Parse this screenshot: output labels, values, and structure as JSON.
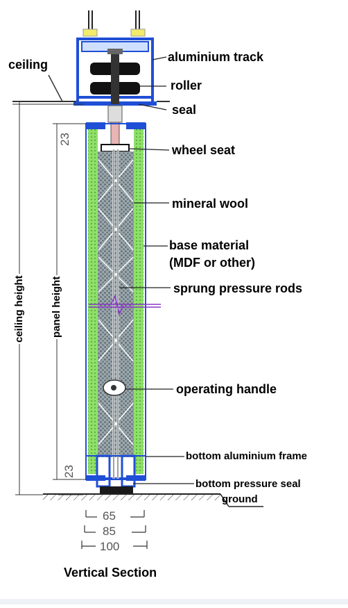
{
  "labels": {
    "aluminium_track": "aluminium track",
    "roller": "roller",
    "ceiling": "ceiling",
    "seal": "seal",
    "wheel_seat": "wheel seat",
    "mineral_wool": "mineral wool",
    "base_material_line1": "base material",
    "base_material_line2": "(MDF or other)",
    "sprung_pressure_rods": "sprung pressure rods",
    "operating_handle": "operating handle",
    "bottom_aluminium_frame": "bottom aluminium frame",
    "bottom_pressure_seal": "bottom pressure seal",
    "ground": "ground"
  },
  "dimensions": {
    "ceiling_height": "ceiling height",
    "panel_height": "panel height",
    "top_clearance": "23",
    "bottom_clearance": "23",
    "width_65": "65",
    "width_85": "85",
    "width_100": "100"
  },
  "caption": "Vertical Section",
  "colors": {
    "frame_blue": "#1f4fd6",
    "insulation_green": "#7ed957",
    "wool_gray": "#6f7f86",
    "rod_purple": "#8a36c9",
    "roller_black": "#111111",
    "yellow_cap": "#f3ec6a"
  }
}
